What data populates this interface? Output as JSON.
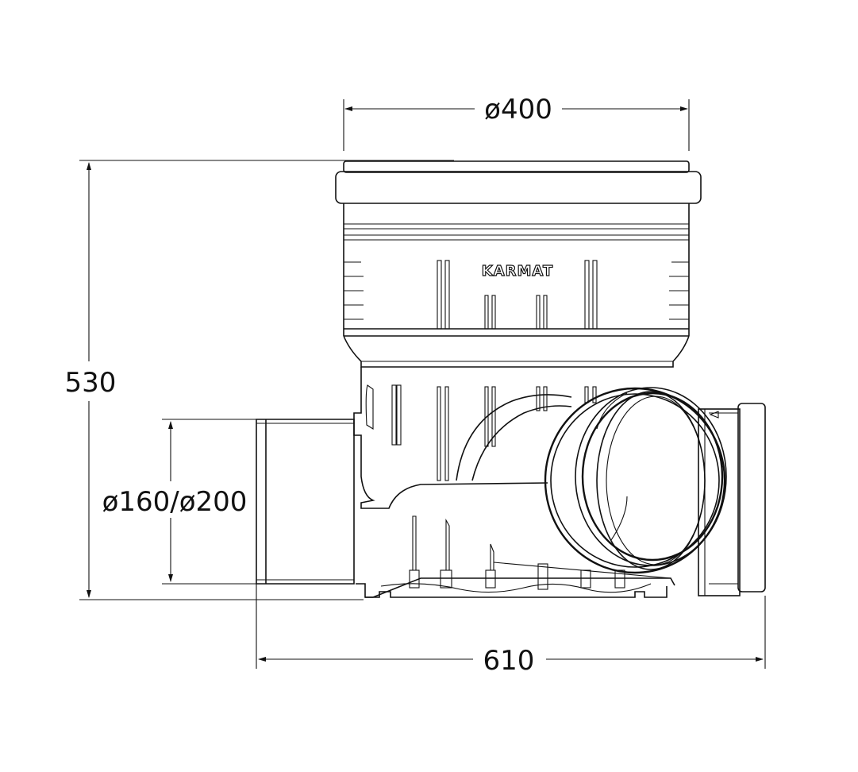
{
  "dimensions": {
    "top_diameter": "ø400",
    "height": "530",
    "side_inlet_diameter": "ø160/ø200",
    "overall_width": "610"
  },
  "logo_text": "KARMAT"
}
